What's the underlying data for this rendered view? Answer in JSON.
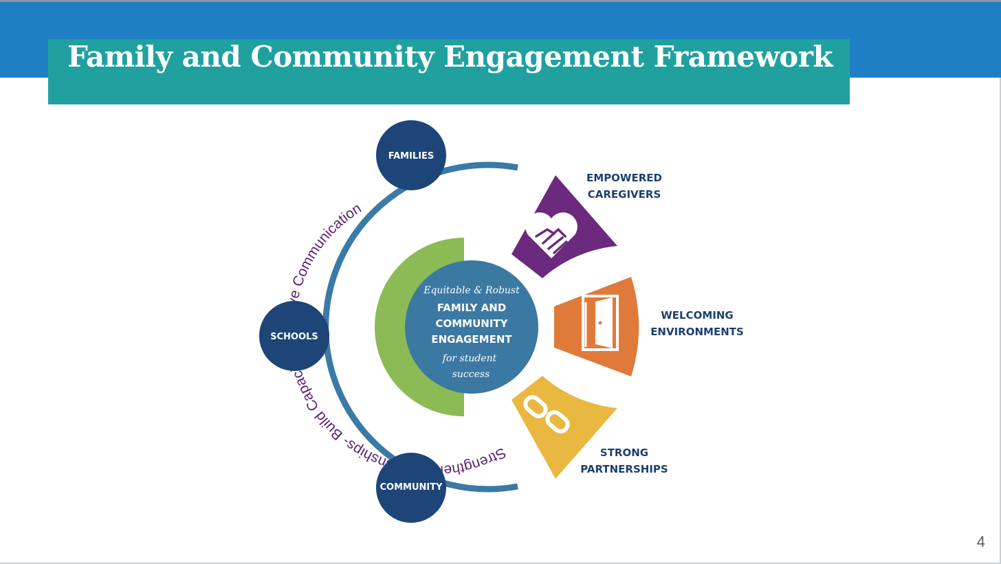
{
  "header": {
    "title": "Family and Community Engagement Framework"
  },
  "page_number": "4",
  "colors": {
    "blue_band": "#1f7fc4",
    "title_bar": "#20a19f",
    "node": "#1d4577",
    "ring": "#3a7aa6",
    "core": "#3b79a3",
    "green_half": "#8cba55",
    "purple": "#6b2a7e",
    "orange": "#e07a3a",
    "yellow": "#e9b840",
    "label": "#1e3f6e"
  },
  "diagram": {
    "nodes": [
      {
        "label": "FAMILIES"
      },
      {
        "label": "SCHOOLS"
      },
      {
        "label": "COMMUNITY"
      }
    ],
    "arc_text": "Strengthen Relationships- Build Capacity - Improve Communication",
    "core": {
      "line1": "Equitable & Robust",
      "line2": "FAMILY AND",
      "line3": "COMMUNITY",
      "line4": "ENGAGEMENT",
      "line5": "for student",
      "line6": "success"
    },
    "outcomes": [
      {
        "icon": "heart-handshake-icon",
        "line1": "EMPOWERED",
        "line2": "CAREGIVERS"
      },
      {
        "icon": "open-door-icon",
        "line1": "WELCOMING",
        "line2": "ENVIRONMENTS"
      },
      {
        "icon": "chain-link-icon",
        "line1": "STRONG",
        "line2": "PARTNERSHIPS"
      }
    ]
  }
}
